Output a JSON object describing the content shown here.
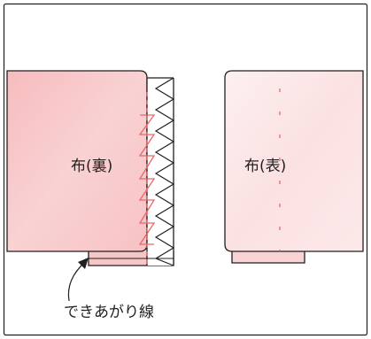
{
  "labels": {
    "fabric_wrong_side": "布(裏)",
    "fabric_right_side": "布(表)",
    "finished_line": "できあがり線"
  },
  "colors": {
    "border": "#231f20",
    "fabric_wrong_fill": "#f7c6c7",
    "fabric_right_fill": "#fce8e8",
    "stitch_red": "#e8686a",
    "outline": "#231f20"
  }
}
